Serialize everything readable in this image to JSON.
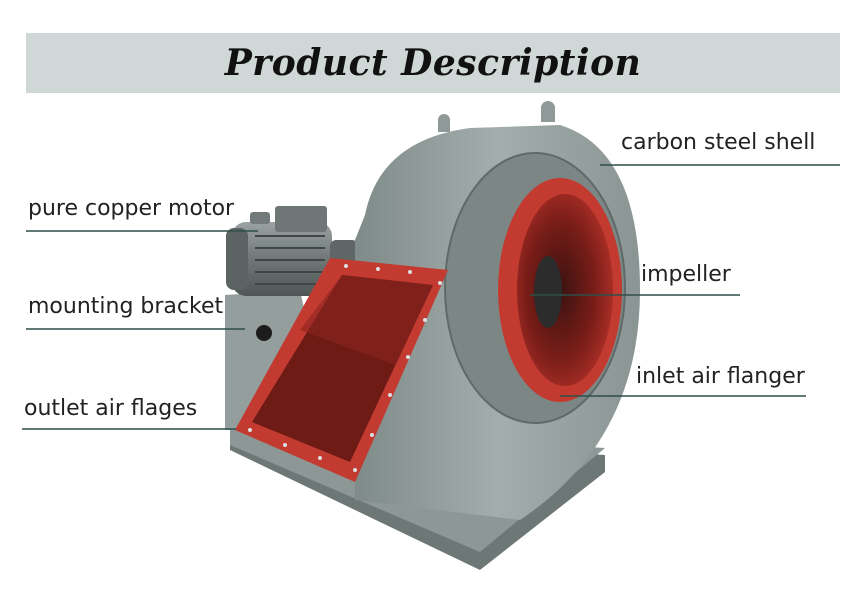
{
  "header": {
    "title": "Product Description"
  },
  "labels": {
    "carbon_steel_shell": "carbon steel shell",
    "pure_copper_motor": "pure copper motor",
    "impeller": "impeller",
    "mounting_bracket": "mounting bracket",
    "inlet_air_flanger": "inlet air flanger",
    "outlet_air_flages": "outlet air flages"
  },
  "colors": {
    "banner": "#cfd8d6",
    "shell": "#8e9a98",
    "flange_red": "#c23a30",
    "leader_line": "#2f4f4a"
  }
}
